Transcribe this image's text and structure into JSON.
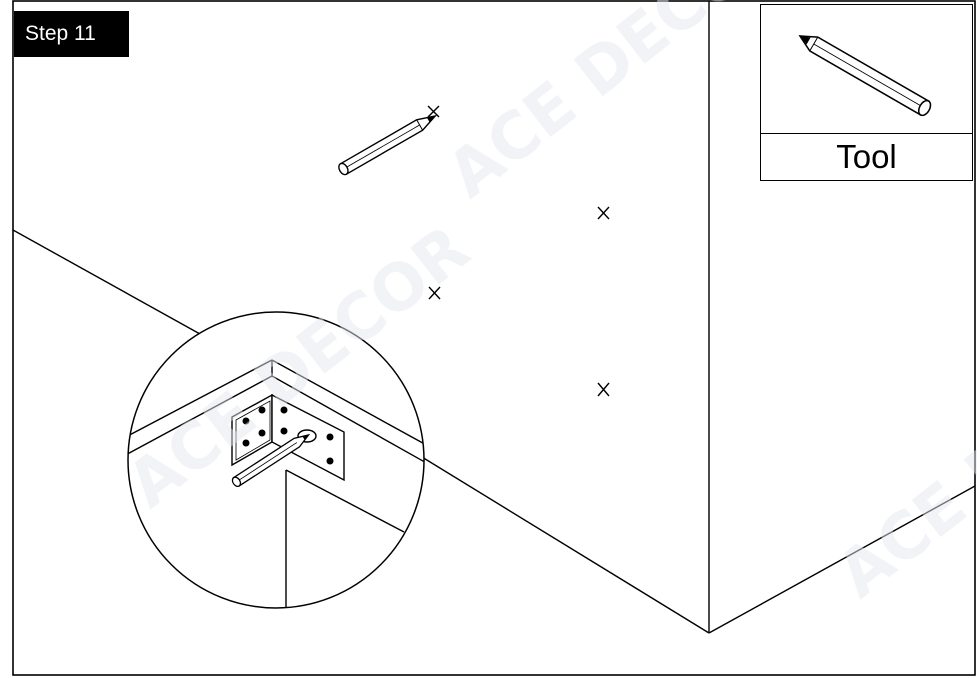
{
  "step_label": "Step 11",
  "tool_label": "Tool",
  "watermark_text": "ACE DECOR",
  "icons": [
    "pencil-icon",
    "mark-x-icon",
    "l-bracket-icon"
  ],
  "colors": {
    "line": "#000000",
    "background": "#ffffff",
    "watermark": "#dfe3ea"
  }
}
